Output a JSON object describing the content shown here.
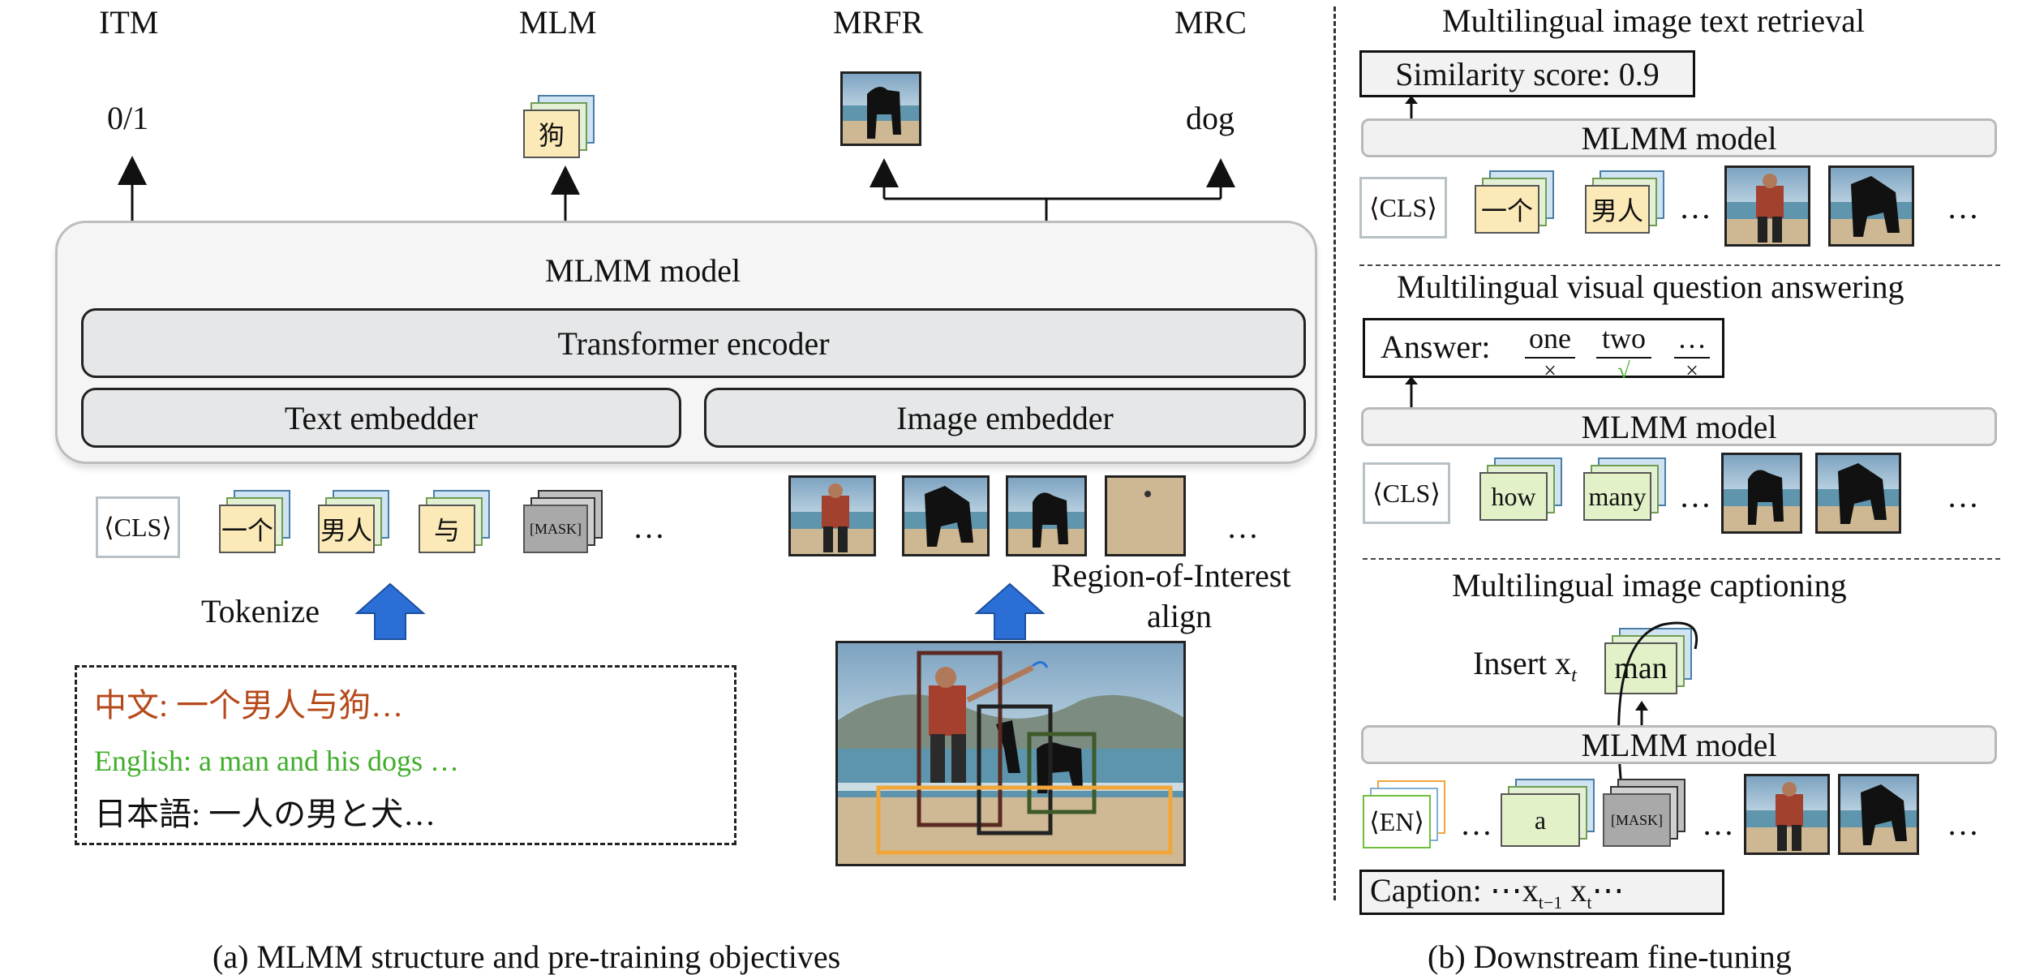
{
  "left": {
    "objectives": [
      "ITM",
      "MLM",
      "MRFR",
      "MRC"
    ],
    "itm_output": "0/1",
    "mlm_output": "狗",
    "mrc_output": "dog",
    "model_title": "MLMM model",
    "transformer": "Transformer encoder",
    "text_embedder": "Text embedder",
    "image_embedder": "Image embedder",
    "cls": "⟨CLS⟩",
    "tokens": [
      "一个",
      "男人",
      "与"
    ],
    "mask": "[MASK]",
    "ellipsis": "…",
    "tokenize": "Tokenize",
    "roi": "Region-of-Interest",
    "roi2": "align",
    "captions": {
      "zh": "中文: 一个男人与狗…",
      "en": "English: a man and his dogs …",
      "ja": "日本語: 一人の男と犬…"
    },
    "caption_label": "(a) MLMM structure and pre-training objectives"
  },
  "right": {
    "retrieval_title": "Multilingual image text retrieval",
    "similarity": "Similarity score: 0.9",
    "model": "MLMM model",
    "cls": "⟨CLS⟩",
    "retrieval_tokens": [
      "一个",
      "男人"
    ],
    "ellipsis": "…",
    "vqa_title": "Multilingual visual question answering",
    "answer_label": "Answer:",
    "answers": [
      {
        "word": "one",
        "mark": "×"
      },
      {
        "word": "two",
        "mark": "√"
      },
      {
        "word": "…",
        "mark": "×"
      }
    ],
    "vqa_tokens": [
      "how",
      "many"
    ],
    "caption_title": "Multilingual image captioning",
    "insert_label": "Insert x",
    "insert_sub": "t",
    "insert_token": "man",
    "en_token": "⟨EN⟩",
    "caption_tokens": [
      "a"
    ],
    "mask": "[MASK]",
    "caption_label_prefix": "Caption: ⋯x",
    "caption_sub1": "t−1",
    "caption_mid": " x",
    "caption_sub2": "t",
    "caption_suffix": "⋯",
    "caption_label": "(b) Downstream fine-tuning"
  },
  "colors": {
    "zh": "#b5491a",
    "en": "#3fae2a",
    "arrow_blue": "#2b6fd6",
    "check": "#3fae2a"
  }
}
